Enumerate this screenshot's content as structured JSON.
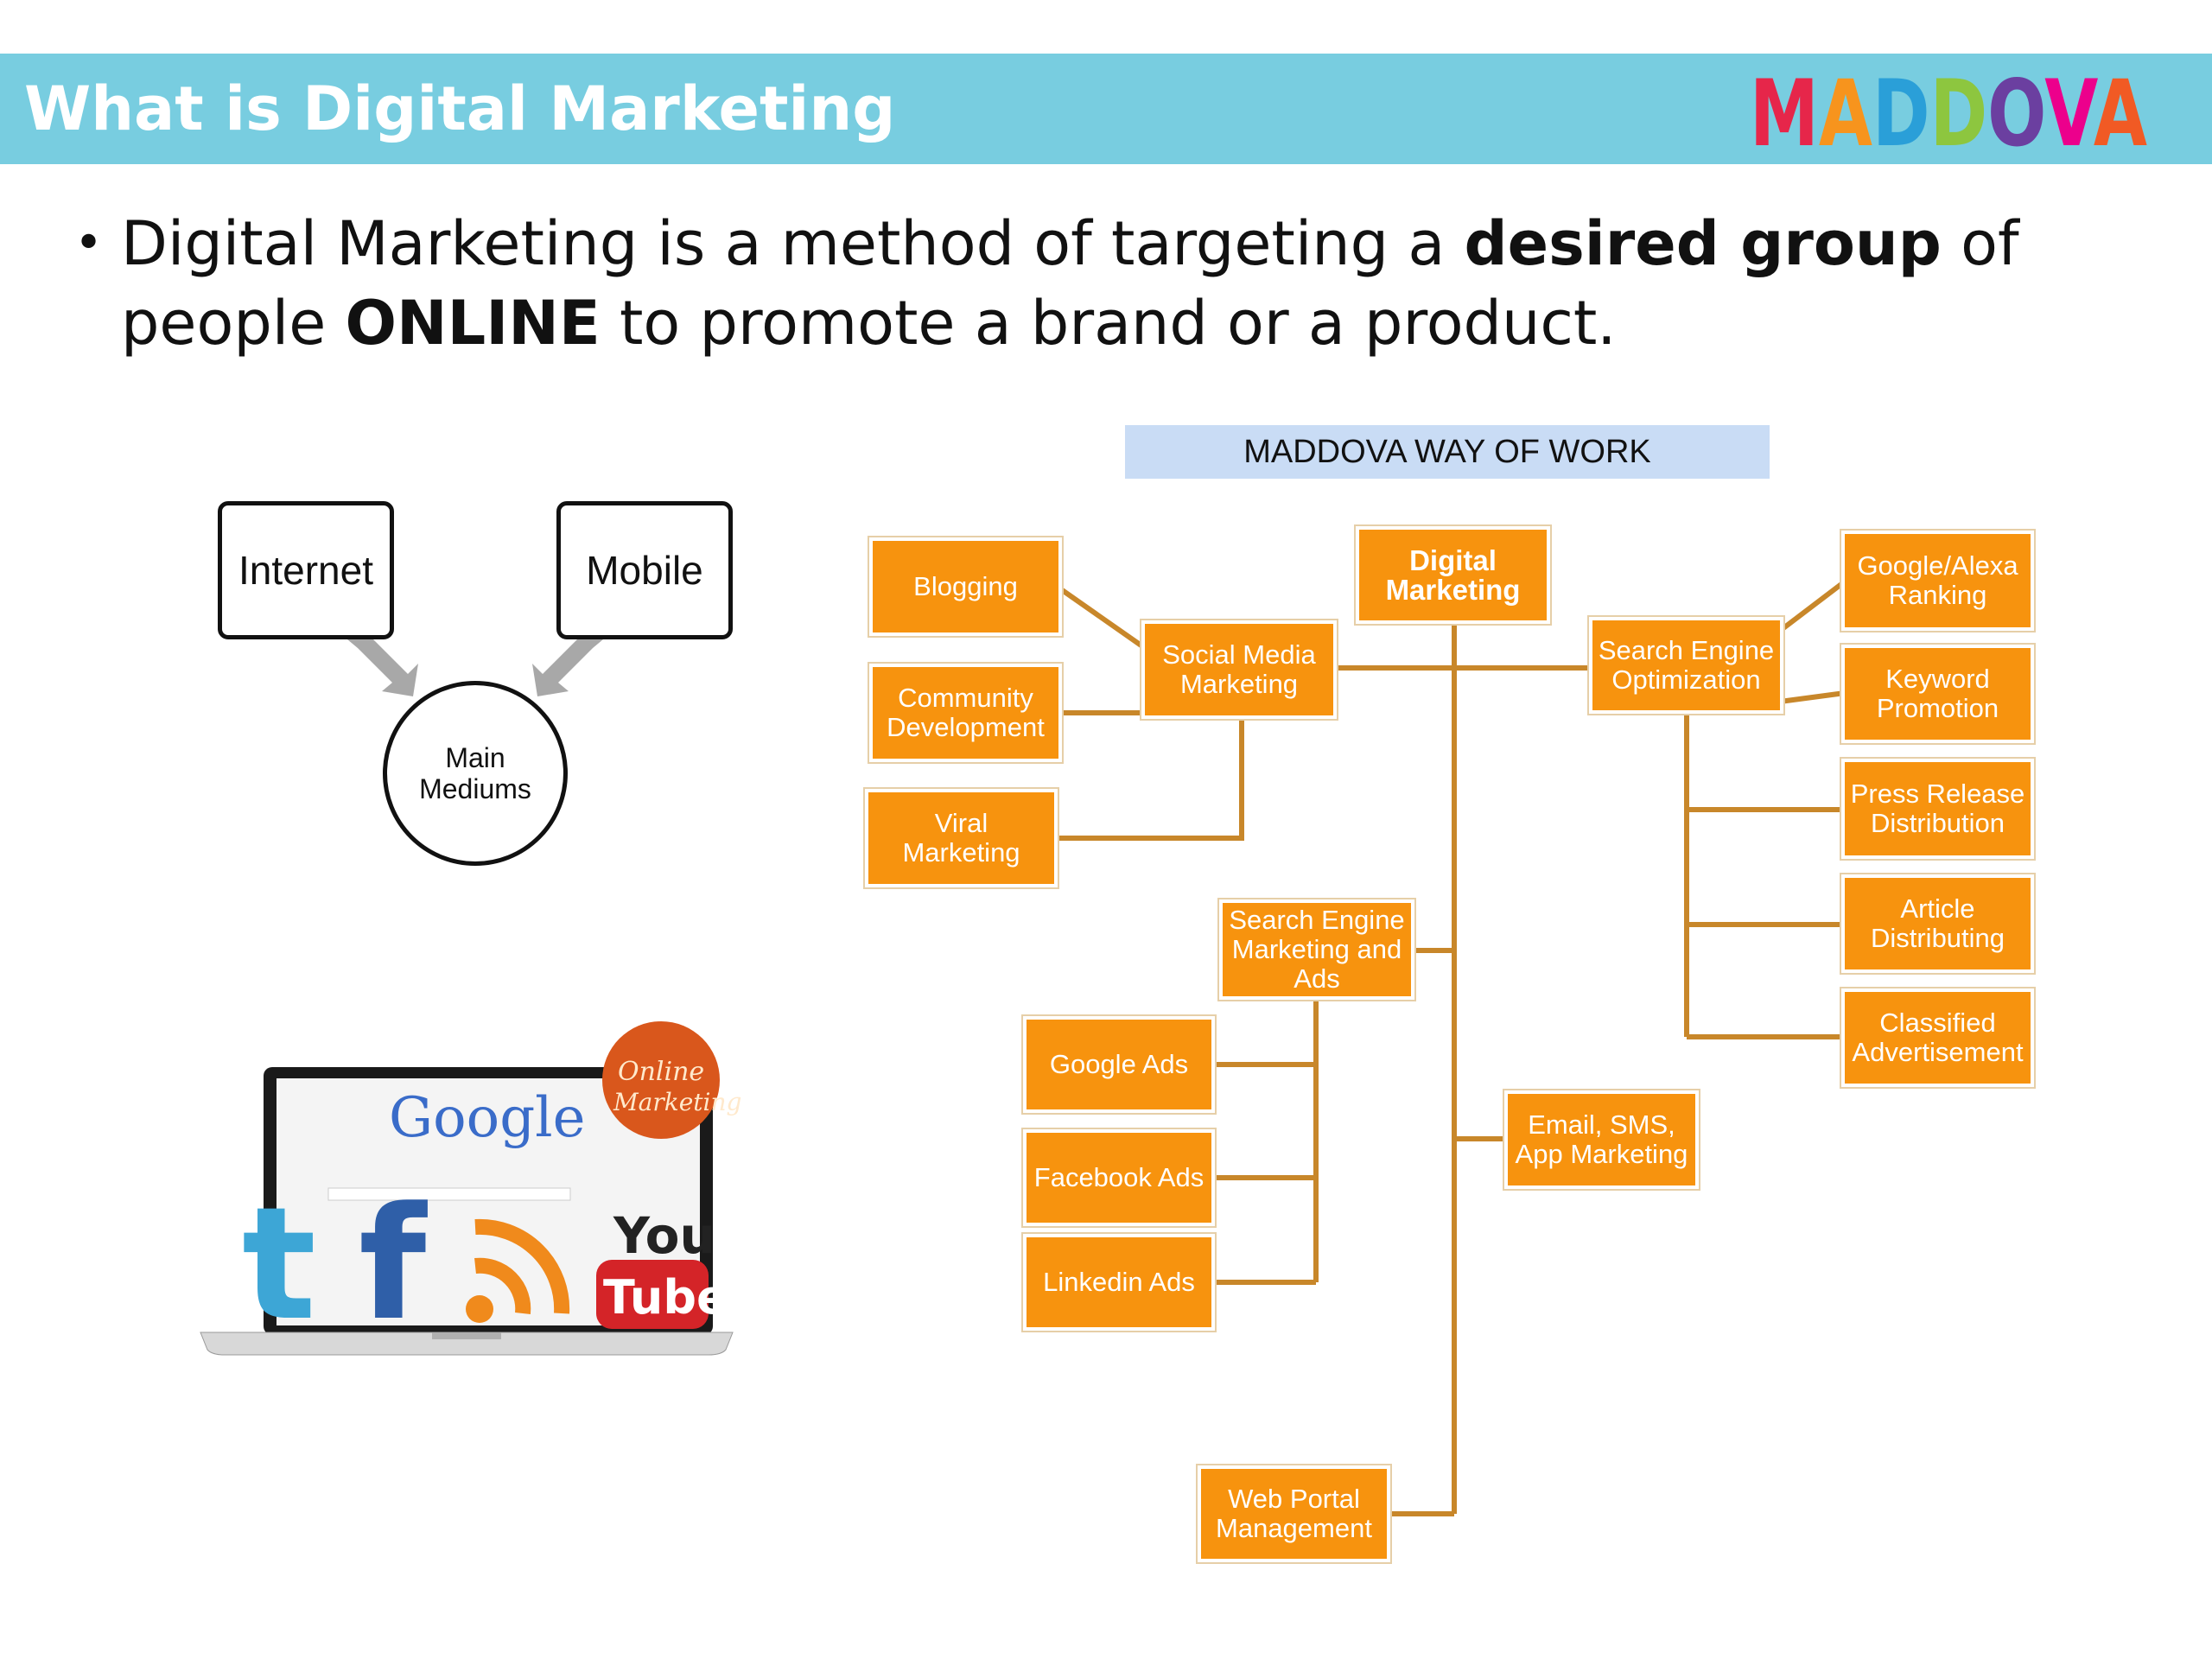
{
  "header": {
    "title": "What is Digital Marketing",
    "logo_text": "MADDOVA",
    "logo_colors": [
      "#e6264a",
      "#f7941d",
      "#2a9fd8",
      "#8dc63f",
      "#6b3fa0",
      "#ec008c",
      "#f15a24"
    ]
  },
  "bullet": {
    "part1": "Digital Marketing is a method of targeting a ",
    "bold1": "desired group",
    "part2": " of people ",
    "bold2": "ONLINE",
    "part3": " to promote a brand or a product."
  },
  "mediums": {
    "internet": "Internet",
    "mobile": "Mobile",
    "center": "Main\nMediums"
  },
  "laptop": {
    "google": "Google",
    "badge_line1": "Online",
    "badge_line2": "Marketing",
    "youtube_top": "You",
    "youtube_bottom": "Tube",
    "facebook": "f",
    "twitter": "t"
  },
  "way_of_work": {
    "banner": "MADDOVA WAY OF WORK",
    "nodes": {
      "digital_marketing": "Digital\nMarketing",
      "social_media": "Social Media\nMarketing",
      "blogging": "Blogging",
      "community": "Community\nDevelopment",
      "viral": "Viral\nMarketing",
      "seo": "Search Engine\nOptimization",
      "google_alexa": "Google/Alexa\nRanking",
      "keyword": "Keyword\nPromotion",
      "press_release": "Press Release\nDistribution",
      "article": "Article\nDistributing",
      "classified": "Classified\nAdvertisement",
      "sem": "Search Engine\nMarketing and\nAds",
      "google_ads": "Google Ads",
      "facebook_ads": "Facebook Ads",
      "linkedin_ads": "Linkedin Ads",
      "email_sms": "Email, SMS,\nApp Marketing",
      "web_portal": "Web Portal\nManagement"
    },
    "colors": {
      "node": "#f7930e",
      "connector": "#c8872a",
      "banner": "#c9dcf5"
    }
  }
}
